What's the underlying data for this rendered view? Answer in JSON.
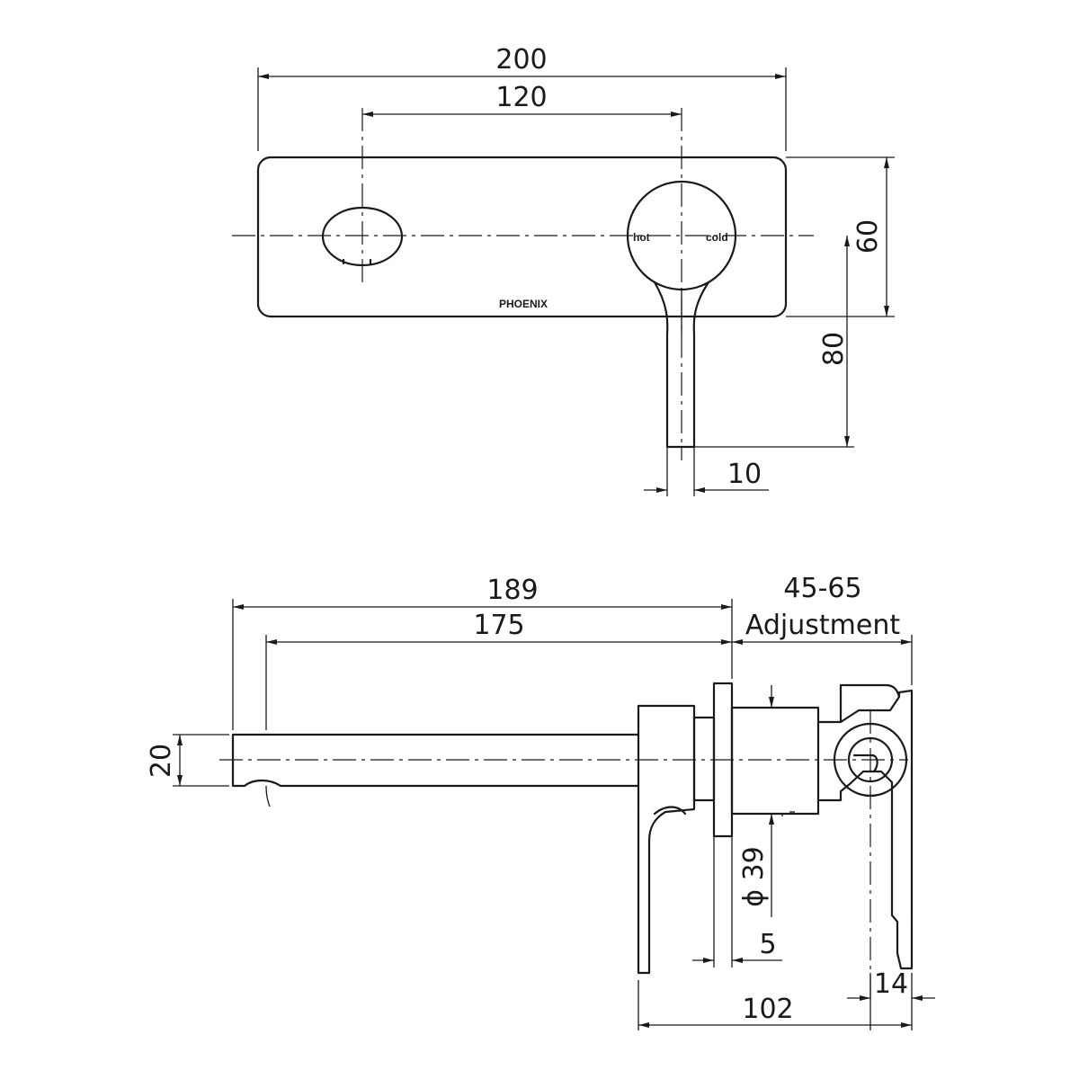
{
  "plan_view": {
    "dims": {
      "overall_width": "200",
      "centres": "120",
      "plate_height": "60",
      "spout_drop": "80",
      "spout_thickness": "10"
    },
    "labels": {
      "hot": "hot",
      "cold": "cold",
      "brand": "PHOENIX"
    }
  },
  "side_view": {
    "dims": {
      "spout_reach_overall": "189",
      "spout_reach": "175",
      "adjustment_range": "45-65",
      "adjustment_label": "Adjustment",
      "spout_height": "20",
      "body_diameter": "ϕ 39",
      "plate_thickness": "5",
      "body_depth": "102",
      "rough_in_offset": "14"
    }
  }
}
